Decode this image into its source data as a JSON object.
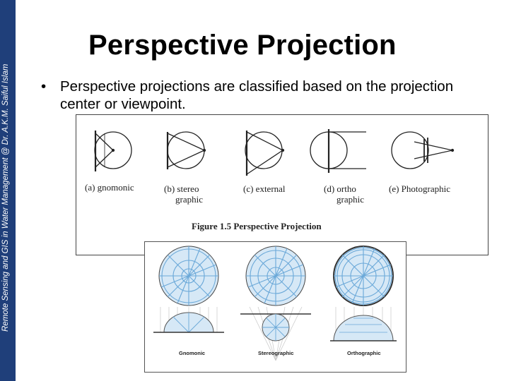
{
  "sidebar": {
    "text": "Remote Sensing and GIS in Water Management @ Dr. A.K.M. Saiful Islam"
  },
  "slide": {
    "title": "Perspective Projection",
    "bullet_marker": "•",
    "bullet": "Perspective projections are classified based on the projection center or viewpoint."
  },
  "figure1": {
    "labels": {
      "a_line1": "(a) gnomonic",
      "b_line1": "(b) stereo",
      "b_line2": "graphic",
      "c_line1": "(c) external",
      "d_line1": "(d) ortho",
      "d_line2": "graphic",
      "e_line1": "(e) Photographic"
    },
    "caption": "Figure 1.5  Perspective Projection"
  },
  "figure2": {
    "labels": [
      "Gnomonic",
      "Stereographic",
      "Orthographic"
    ]
  },
  "colors": {
    "sidebar": "#1f3f7a",
    "globe_blue": "#6aa8d8",
    "globe_light": "#d6e8f6"
  }
}
